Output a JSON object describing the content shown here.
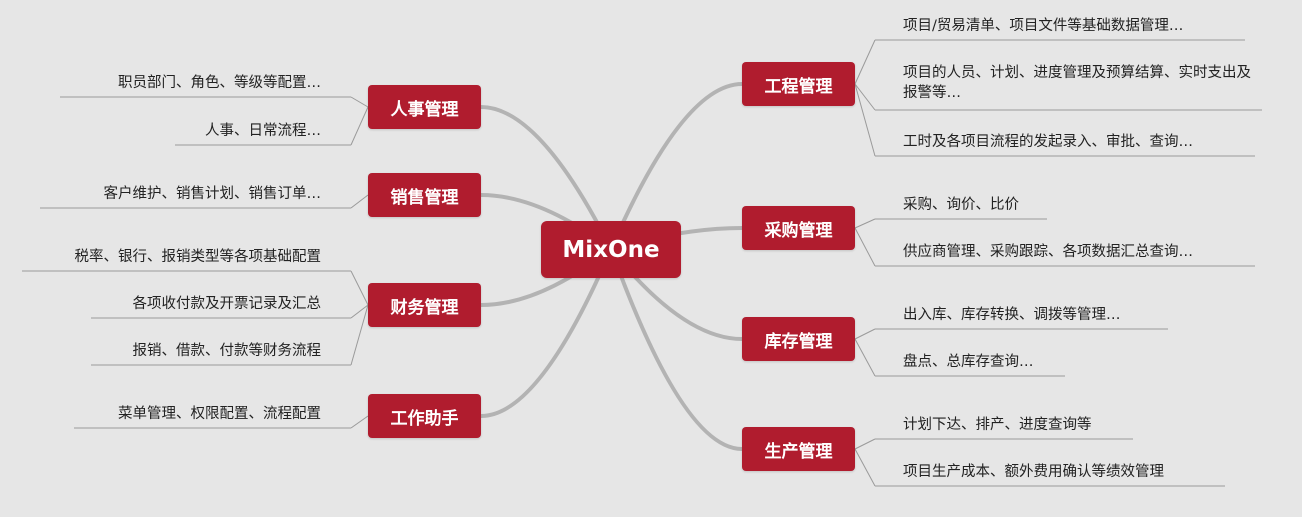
{
  "center": {
    "label": "MixOne"
  },
  "colors": {
    "node": "#b01c2e",
    "background": "#e6e6e6",
    "branch": "#b3b3b3",
    "underline": "#9a9a9a"
  },
  "branches": [
    {
      "id": "hr",
      "label": "人事管理",
      "items": [
        "职员部门、角色、等级等配置…",
        "人事、日常流程…"
      ]
    },
    {
      "id": "sales",
      "label": "销售管理",
      "items": [
        "客户维护、销售计划、销售订单…"
      ]
    },
    {
      "id": "finance",
      "label": "财务管理",
      "items": [
        "税率、银行、报销类型等各项基础配置",
        "各项收付款及开票记录及汇总",
        "报销、借款、付款等财务流程"
      ]
    },
    {
      "id": "assistant",
      "label": "工作助手",
      "items": [
        "菜单管理、权限配置、流程配置"
      ]
    },
    {
      "id": "engineering",
      "label": "工程管理",
      "items": [
        "项目/贸易清单、项目文件等基础数据管理…",
        "项目的人员、计划、进度管理及预算结算、实时支出及报警等…",
        "工时及各项目流程的发起录入、审批、查询…"
      ]
    },
    {
      "id": "purchase",
      "label": "采购管理",
      "items": [
        "采购、询价、比价",
        "供应商管理、采购跟踪、各项数据汇总查询…"
      ]
    },
    {
      "id": "inventory",
      "label": "库存管理",
      "items": [
        "出入库、库存转换、调拨等管理…",
        "盘点、总库存查询…"
      ]
    },
    {
      "id": "production",
      "label": "生产管理",
      "items": [
        "计划下达、排产、进度查询等",
        "项目生产成本、额外费用确认等绩效管理"
      ]
    }
  ]
}
